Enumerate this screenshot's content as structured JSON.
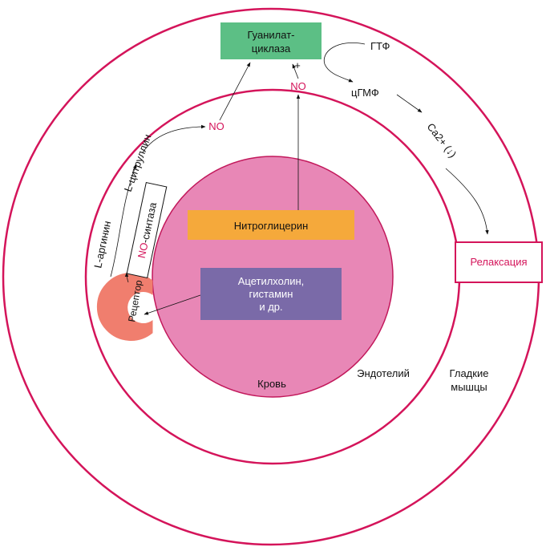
{
  "colors": {
    "outer_circle": "#d4145a",
    "inner_circle": "#d4145a",
    "blood_fill": "#e887b6",
    "blood_stroke": "#c2185b",
    "guanylate_fill": "#5cbf85",
    "nitro_fill": "#f5a93b",
    "acetyl_fill": "#7a6aa8",
    "receptor_fill": "#f07e6e",
    "relax_stroke": "#d4145a",
    "relax_text": "#d4145a",
    "no_text": "#d4145a",
    "arrow": "#111111"
  },
  "labels": {
    "guanylate_line1": "Гуанилат-",
    "guanylate_line2": "циклаза",
    "plus": "+",
    "gtp": "ГТФ",
    "cgmp": "цГМФ",
    "calcium": "Ca2+ (↓)",
    "no_top": "NO",
    "no_left": "NO",
    "nitroglycerin": "Нитроглицерин",
    "acetyl_line1": "Ацетилхолин,",
    "acetyl_line2": "гистамин",
    "acetyl_line3": "и др.",
    "relaxation": "Релаксация",
    "blood": "Кровь",
    "endothelium": "Эндотелий",
    "smooth_line1": "Гладкие",
    "smooth_line2": "мышцы",
    "l_citrulline": "L-цитруллин",
    "l_arginine": "L-аргинин",
    "no_synthase_prefix": "NO",
    "no_synthase_suffix": "-синтаза",
    "receptor": "Рецептор"
  }
}
